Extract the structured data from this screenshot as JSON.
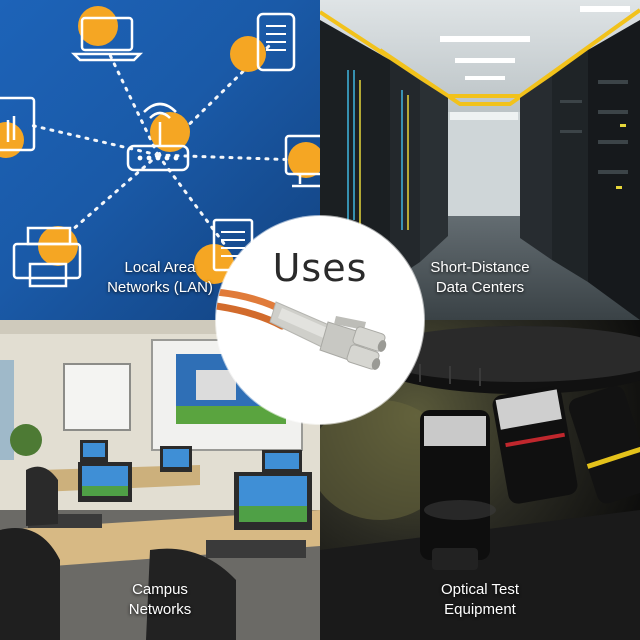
{
  "center": {
    "title": "Uses",
    "icon": "lc-fiber-connector-icon"
  },
  "quadrants": [
    {
      "key": "lan",
      "line1": "Local Area",
      "line2": "Networks (LAN)",
      "accent": "#f5a623",
      "background": "#1d63b8"
    },
    {
      "key": "datacenter",
      "line1": "Short-Distance",
      "line2": "Data Centers",
      "accent": "#f2c21b"
    },
    {
      "key": "campus",
      "line1": "Campus",
      "line2": "Networks"
    },
    {
      "key": "optical",
      "line1": "Optical Test",
      "line2": "Equipment"
    }
  ],
  "lan_icons": [
    "laptop-icon",
    "tablet-icon",
    "touch-screen-icon",
    "router-icon",
    "desktop-monitor-icon",
    "printer-icon",
    "document-icon"
  ],
  "connector_colors": {
    "cable": "#e07b3a",
    "body": "#d4d4d0"
  }
}
